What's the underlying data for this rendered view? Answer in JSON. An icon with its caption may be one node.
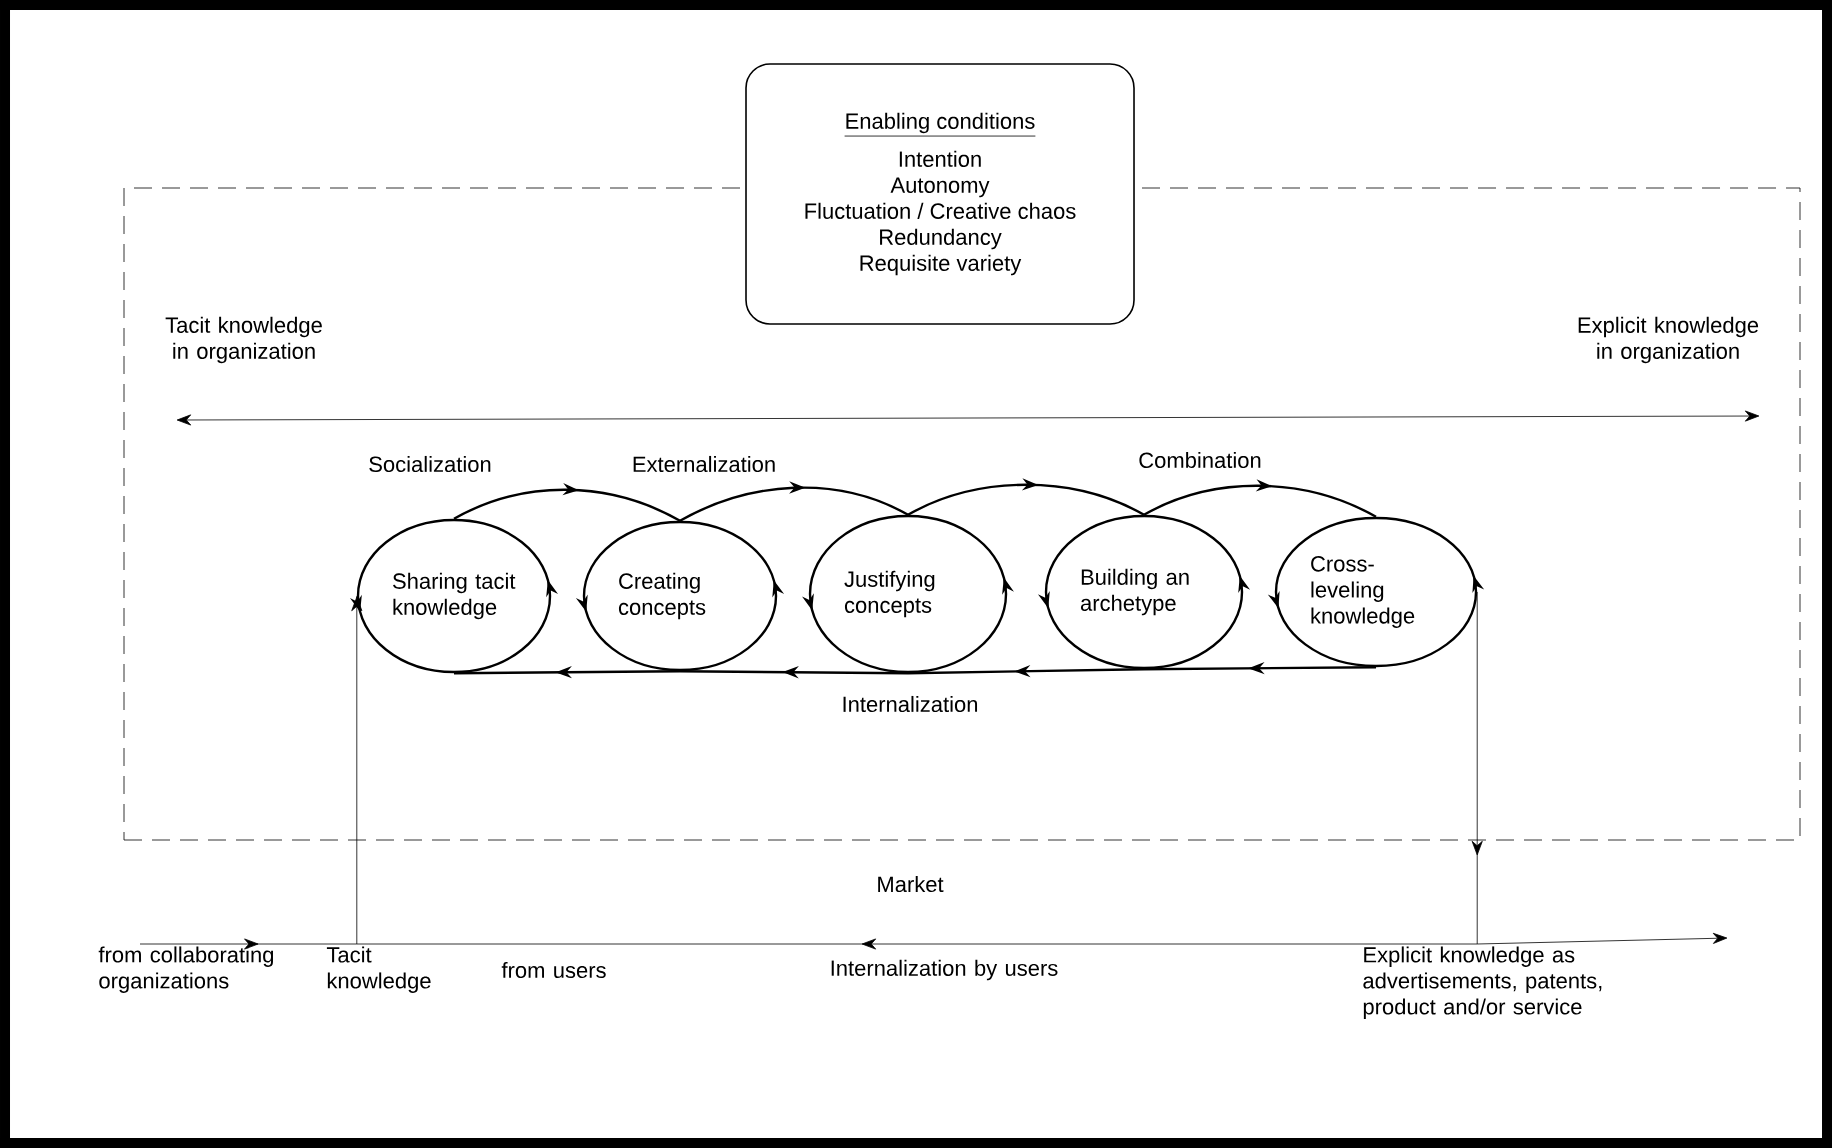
{
  "diagram": {
    "nodes": [
      {
        "text": [
          "Enabling conditions",
          "Intention",
          "Autonomy",
          "Fluctuation / Creative chaos",
          "Redundancy",
          "Requisite variety"
        ]
      },
      {
        "text": [],
        "shape": "box"
      },
      {
        "text": [
          "Sharing tacit knowledge"
        ],
        "in": 1
      },
      {
        "text": [
          "Creating concepts"
        ],
        "in": 1
      },
      {
        "text": [
          "Justifying concepts"
        ],
        "in": 1
      },
      {
        "text": [
          "Building an archetype"
        ],
        "in": 1
      },
      {
        "text": [
          "Cross-leveling knowledge"
        ],
        "in": 1
      },
      {
        "text": [
          "from collaborating organizations"
        ]
      },
      {
        "text": [
          "Tacit knowledge"
        ]
      },
      {
        "text": [
          "Explicit knowledge as advertisements, patents, product and/or service"
        ]
      }
    ],
    "edges": [
      {
        "from": 2,
        "to": 3,
        "arrow": "to"
      },
      {
        "from": 3,
        "to": 4,
        "arrow": "to"
      },
      {
        "from": 4,
        "to": 5,
        "arrow": "to"
      },
      {
        "from": 5,
        "to": 6,
        "arrow": "to"
      },
      {
        "from": 6,
        "to": 5,
        "arrow": "to"
      },
      {
        "from": 5,
        "to": 4,
        "arrow": "to"
      },
      {
        "from": 4,
        "to": 3,
        "arrow": "to"
      },
      {
        "from": 3,
        "to": 2,
        "arrow": "to"
      },
      {
        "from": 7,
        "to": 8,
        "arrow": "to"
      },
      {
        "from": 8,
        "to": 2,
        "arrow": "to"
      },
      {
        "from": 6,
        "to": 9,
        "arrow": "to"
      },
      {
        "from": 9,
        "to": 8,
        "arrow": "to"
      },
      {
        "from": 9,
        "to": null,
        "arrow": "to"
      }
    ],
    "labels": [
      "Tacit knowledge in organization",
      "Explicit knowledge in organization",
      "Socialization",
      "Externalization",
      "Combination",
      "Internalization",
      "Market",
      "from users",
      "Internalization by users"
    ]
  }
}
